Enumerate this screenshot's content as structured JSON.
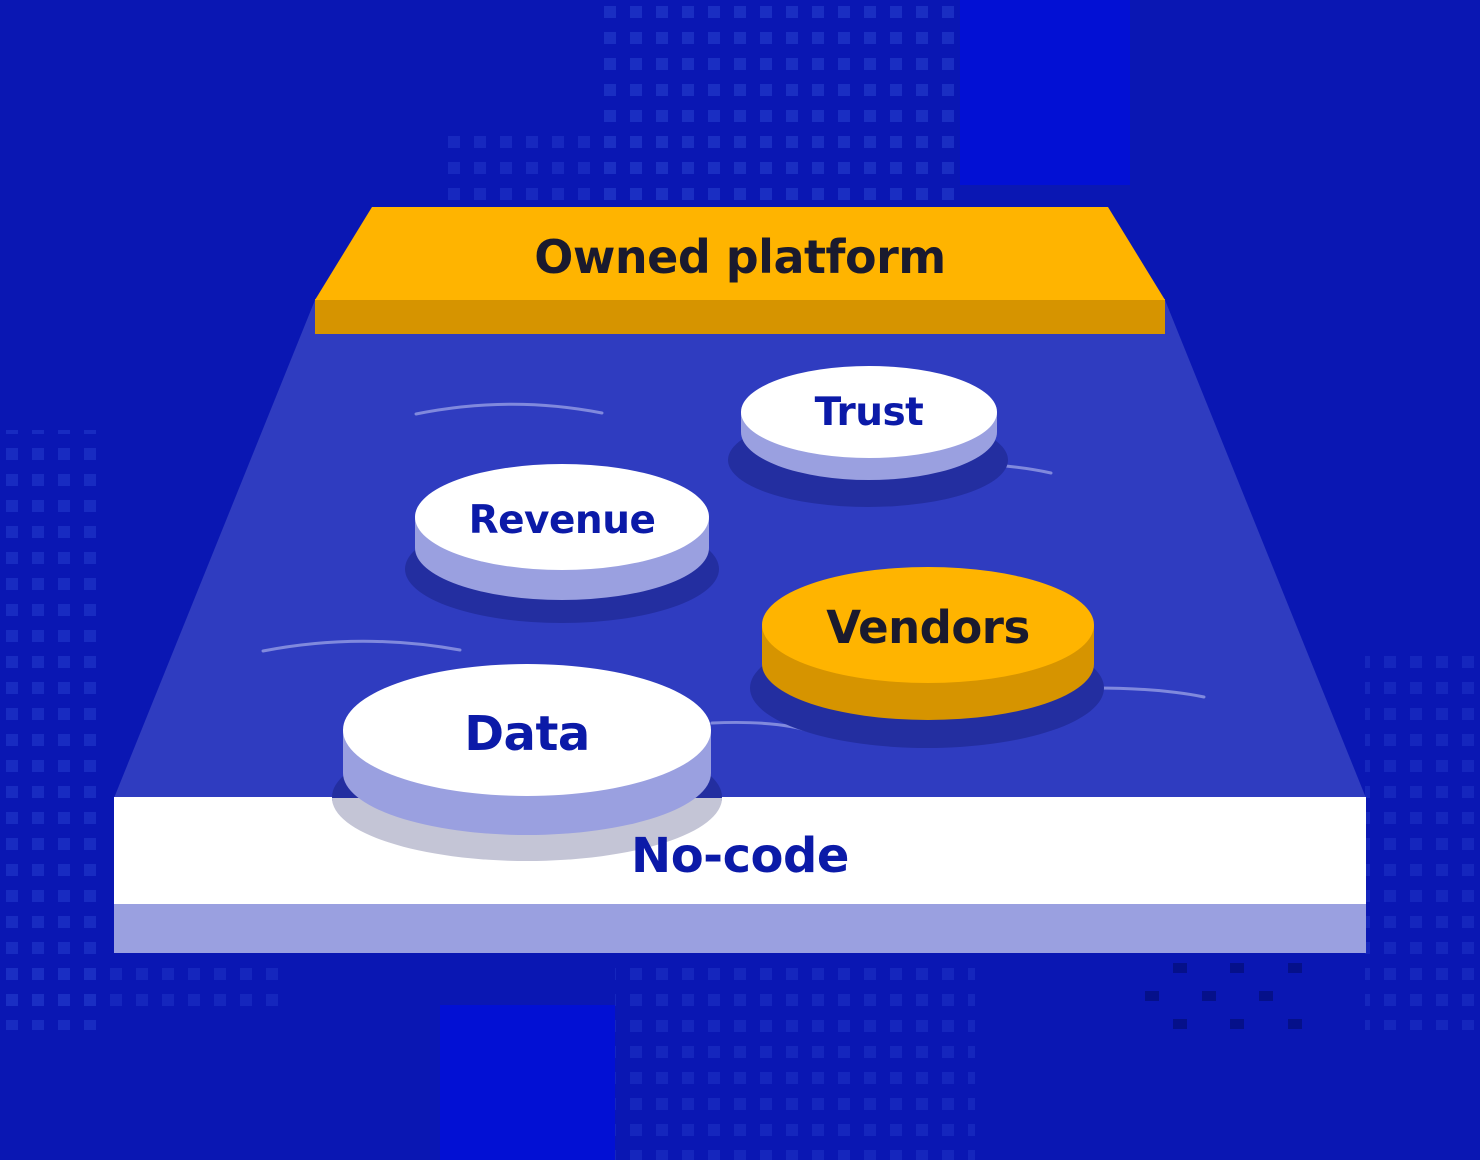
{
  "colors": {
    "background": "#0a17b3",
    "platform": "#2f3cc0",
    "gold": "#ffb400",
    "gold_dark": "#d69400",
    "white": "#ffffff",
    "lavender": "#9aa0e0",
    "navy_text": "#0b1aa8",
    "dark_text": "#1a1a2e"
  },
  "layers": {
    "top_label": "Owned platform",
    "bottom_label": "No-code"
  },
  "discs": [
    {
      "label": "Trust",
      "style": "white"
    },
    {
      "label": "Revenue",
      "style": "white"
    },
    {
      "label": "Vendors",
      "style": "gold"
    },
    {
      "label": "Data",
      "style": "white"
    }
  ]
}
